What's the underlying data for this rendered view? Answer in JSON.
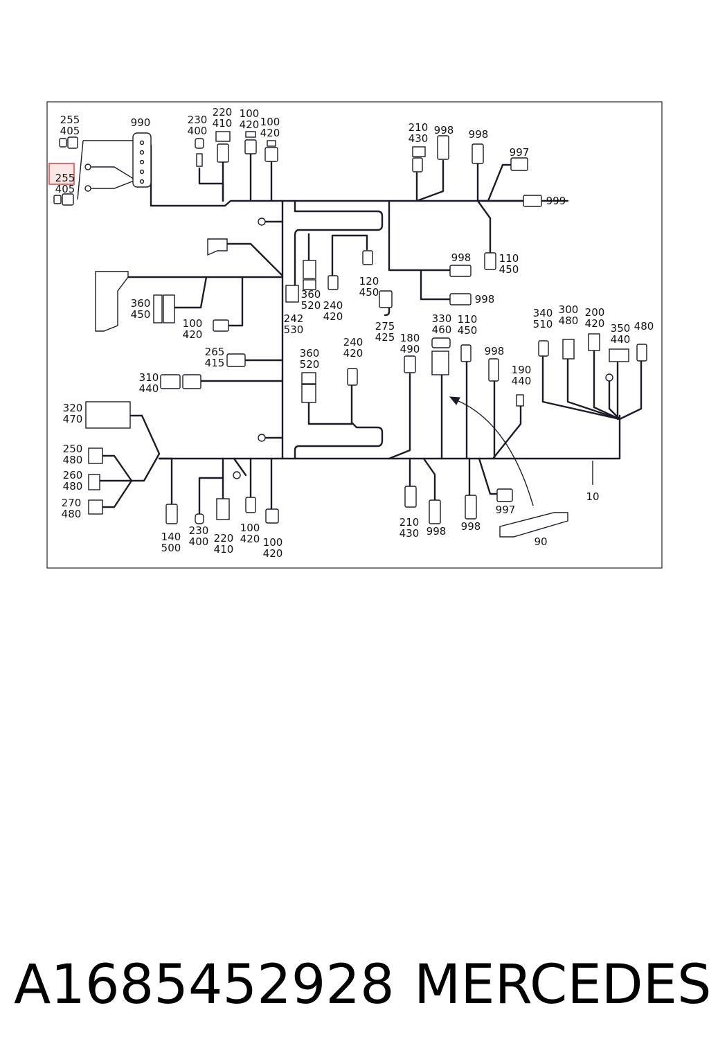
{
  "highlight_color": "#e04848",
  "callouts": [
    {
      "id": "c-255-405-a",
      "lines": [
        "255",
        "405"
      ]
    },
    {
      "id": "c-255-405-b",
      "lines": [
        "255",
        "405"
      ]
    },
    {
      "id": "c-990",
      "lines": [
        "990"
      ]
    },
    {
      "id": "c-230-400-t",
      "lines": [
        "230",
        "400"
      ]
    },
    {
      "id": "c-220-410-t",
      "lines": [
        "220",
        "410"
      ]
    },
    {
      "id": "c-100-420-t1",
      "lines": [
        "100",
        "420"
      ]
    },
    {
      "id": "c-100-420-t2",
      "lines": [
        "100",
        "420"
      ]
    },
    {
      "id": "c-210-430-t",
      "lines": [
        "210",
        "430"
      ]
    },
    {
      "id": "c-998-t1",
      "lines": [
        "998"
      ]
    },
    {
      "id": "c-998-t2",
      "lines": [
        "998"
      ]
    },
    {
      "id": "c-997-t",
      "lines": [
        "997"
      ]
    },
    {
      "id": "c-999",
      "lines": [
        "999"
      ]
    },
    {
      "id": "c-998-m1",
      "lines": [
        "998"
      ]
    },
    {
      "id": "c-110-450-m",
      "lines": [
        "110",
        "450"
      ]
    },
    {
      "id": "c-998-m2",
      "lines": [
        "998"
      ]
    },
    {
      "id": "c-360-450",
      "lines": [
        "360",
        "450"
      ]
    },
    {
      "id": "c-100-420-l",
      "lines": [
        "100",
        "420"
      ]
    },
    {
      "id": "c-360-520-a",
      "lines": [
        "360",
        "520"
      ]
    },
    {
      "id": "c-242-530",
      "lines": [
        "242",
        "530"
      ]
    },
    {
      "id": "c-240-420-a",
      "lines": [
        "240",
        "420"
      ]
    },
    {
      "id": "c-120-450",
      "lines": [
        "120",
        "450"
      ]
    },
    {
      "id": "c-275-425",
      "lines": [
        "275",
        "425"
      ]
    },
    {
      "id": "c-265-415",
      "lines": [
        "265",
        "415"
      ]
    },
    {
      "id": "c-310-440",
      "lines": [
        "310",
        "440"
      ]
    },
    {
      "id": "c-360-520-b",
      "lines": [
        "360",
        "520"
      ]
    },
    {
      "id": "c-240-420-b",
      "lines": [
        "240",
        "420"
      ]
    },
    {
      "id": "c-180-490",
      "lines": [
        "180",
        "490"
      ]
    },
    {
      "id": "c-330-460",
      "lines": [
        "330",
        "460"
      ]
    },
    {
      "id": "c-110-450-c",
      "lines": [
        "110",
        "450"
      ]
    },
    {
      "id": "c-998-c",
      "lines": [
        "998"
      ]
    },
    {
      "id": "c-190-440",
      "lines": [
        "190",
        "440"
      ]
    },
    {
      "id": "c-340-510",
      "lines": [
        "340",
        "510"
      ]
    },
    {
      "id": "c-300-480",
      "lines": [
        "300",
        "480"
      ]
    },
    {
      "id": "c-200-420",
      "lines": [
        "200",
        "420"
      ]
    },
    {
      "id": "c-350-440",
      "lines": [
        "350",
        "440"
      ]
    },
    {
      "id": "c-480",
      "lines": [
        "480"
      ]
    },
    {
      "id": "c-320-470",
      "lines": [
        "320",
        "470"
      ]
    },
    {
      "id": "c-250-480",
      "lines": [
        "250",
        "480"
      ]
    },
    {
      "id": "c-260-480",
      "lines": [
        "260",
        "480"
      ]
    },
    {
      "id": "c-270-480",
      "lines": [
        "270",
        "480"
      ]
    },
    {
      "id": "c-140-500",
      "lines": [
        "140",
        "500"
      ]
    },
    {
      "id": "c-230-400-b",
      "lines": [
        "230",
        "400"
      ]
    },
    {
      "id": "c-220-410-b",
      "lines": [
        "220",
        "410"
      ]
    },
    {
      "id": "c-100-420-b1",
      "lines": [
        "100",
        "420"
      ]
    },
    {
      "id": "c-100-420-b2",
      "lines": [
        "100",
        "420"
      ]
    },
    {
      "id": "c-210-430-b",
      "lines": [
        "210",
        "430"
      ]
    },
    {
      "id": "c-998-b1",
      "lines": [
        "998"
      ]
    },
    {
      "id": "c-998-b2",
      "lines": [
        "998"
      ]
    },
    {
      "id": "c-997-b",
      "lines": [
        "997"
      ]
    },
    {
      "id": "c-10",
      "lines": [
        "10"
      ]
    },
    {
      "id": "c-90",
      "lines": [
        "90"
      ]
    }
  ],
  "footer": {
    "part_number": "A1685452928",
    "brand": "MERCEDES"
  }
}
